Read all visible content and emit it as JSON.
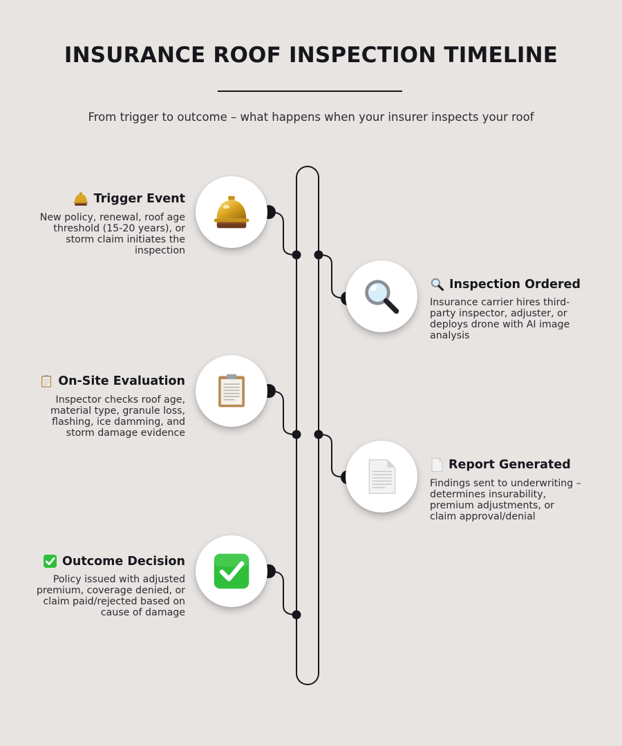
{
  "header": {
    "title": "INSURANCE ROOF INSPECTION TIMELINE",
    "subtitle": "From trigger to outcome – what happens when your insurer inspects your roof"
  },
  "steps": [
    {
      "title": "Trigger Event",
      "icon": "service-bell-icon",
      "side": "left",
      "description": "New policy, renewal, roof age threshold (15-20 years), or storm claim initiates the inspection"
    },
    {
      "title": "Inspection Ordered",
      "icon": "magnifying-glass-icon",
      "side": "right",
      "description": "Insurance carrier hires third-party inspector, adjuster, or deploys drone with AI image analysis"
    },
    {
      "title": "On-Site Evaluation",
      "icon": "clipboard-icon",
      "side": "left",
      "description": "Inspector checks roof age, material type, granule loss, flashing, ice damming, and storm damage evidence"
    },
    {
      "title": "Report Generated",
      "icon": "document-icon",
      "side": "right",
      "description": "Findings sent to underwriting – determines insurability, premium adjustments, or claim approval/denial"
    },
    {
      "title": "Outcome Decision",
      "icon": "check-mark-icon",
      "side": "left",
      "description": "Policy issued with adjusted premium, coverage denied, or claim paid/rejected based on cause of damage"
    }
  ],
  "colors": {
    "background": "#e7e4e2",
    "line": "#16161c",
    "card": "#ffffff",
    "check": "#2fbf3a"
  }
}
